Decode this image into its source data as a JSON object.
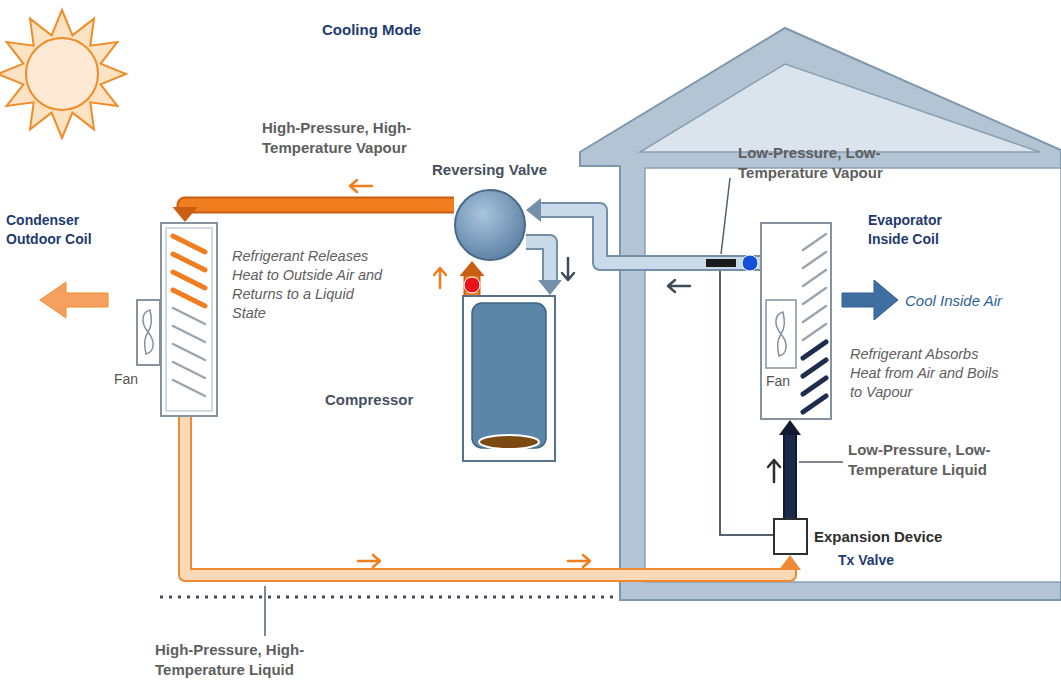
{
  "diagram": {
    "title": "Cooling Mode",
    "nodes": [
      {
        "text": [
          "Condenser Outdoor Coil"
        ]
      },
      {
        "text": [
          "Reversing Valve"
        ]
      },
      {
        "text": [
          "Compressor"
        ]
      },
      {
        "text": [
          "Evaporator Inside Coil"
        ]
      },
      {
        "text": [
          "Expansion Device",
          "Tx Valve"
        ]
      }
    ],
    "edges": [
      {
        "from": 1,
        "to": 0,
        "arrow": "to"
      },
      {
        "from": 2,
        "to": 1,
        "arrow": "to"
      },
      {
        "from": 0,
        "to": 4,
        "arrow": "to"
      },
      {
        "from": 4,
        "to": 3,
        "arrow": "to"
      },
      {
        "from": 3,
        "to": 1,
        "arrow": "to"
      },
      {
        "from": 1,
        "to": 2,
        "arrow": "to"
      }
    ],
    "labels": [
      "High-Pressure, High-Temperature Vapour",
      "Refrigerant Releases Heat to Outside Air and Returns to a Liquid State",
      "Fan",
      "Low-Pressure, Low-Temperature Vapour",
      "Cool Inside Air",
      "Fan",
      "Refrigerant Absorbs Heat from Air and Boils to Vapour",
      "Low-Pressure, Low-Temperature Liquid",
      "High-Pressure, High-Temperature Liquid"
    ]
  }
}
